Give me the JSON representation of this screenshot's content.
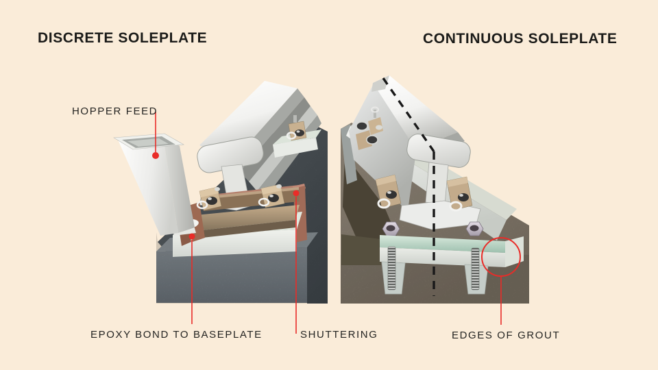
{
  "panels": [
    {
      "id": "discrete",
      "title": "DISCRETE SOLEPLATE"
    },
    {
      "id": "continuous",
      "title": "CONTINUOUS SOLEPLATE"
    }
  ],
  "annotations": [
    {
      "label": "HOPPER FEED",
      "target": "hopper-feed",
      "marker": "dot"
    },
    {
      "label": "EPOXY BOND TO BASEPLATE",
      "target": "epoxy-bond-layer",
      "marker": "dot"
    },
    {
      "label": "SHUTTERING",
      "target": "shuttering-board",
      "marker": "dot"
    },
    {
      "label": "EDGES OF GROUT",
      "target": "grout-edge",
      "marker": "circle"
    }
  ],
  "colors": {
    "background": "#faecd9",
    "text": "#1b1b19",
    "accent_red": "#e92c28",
    "concrete_gray": "#7b838a",
    "concrete_khaki": "#9c9181",
    "shuttering_brown": "#a06b58",
    "baseplate_tan": "#b89e7d",
    "grout_white": "#e9ece7",
    "soleplate_mint": "#cde0d2",
    "rail_silver": "#e9eae7"
  }
}
